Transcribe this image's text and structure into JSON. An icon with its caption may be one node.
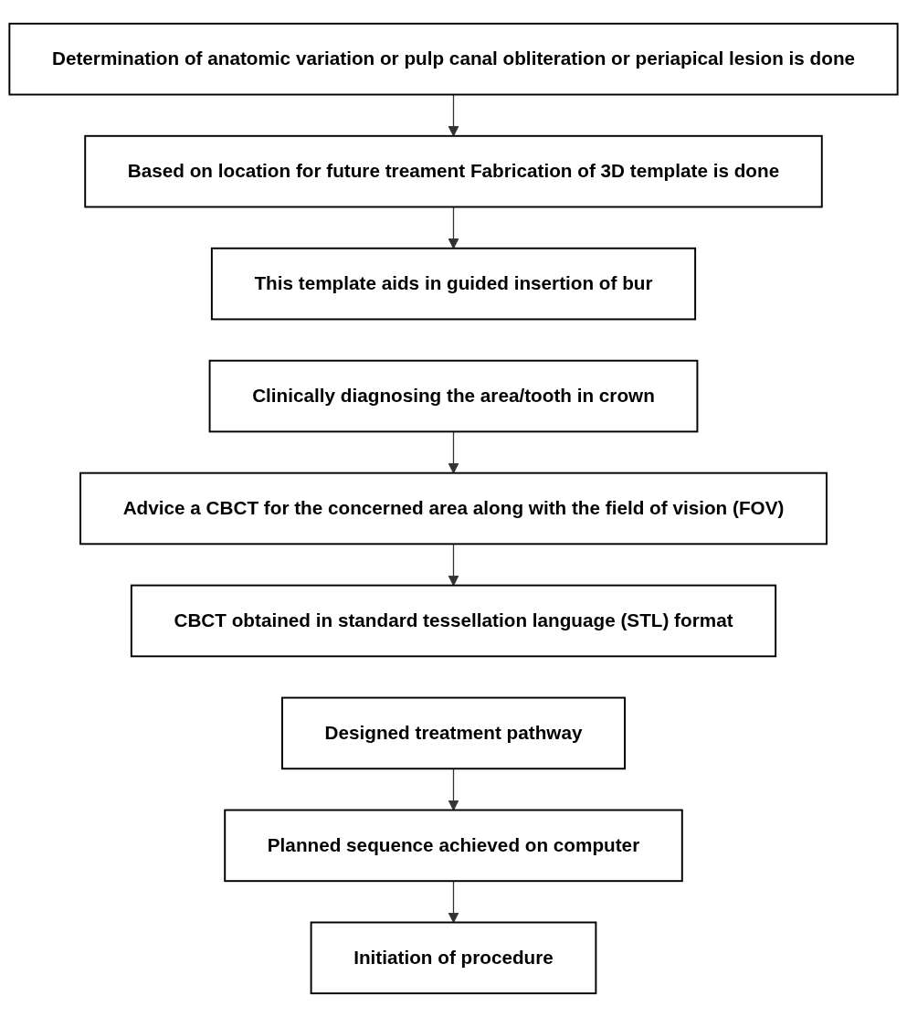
{
  "diagram": {
    "nodes": [
      {
        "text": [
          "Determination of anatomic variation or pulp canal obliteration or periapical lesion is done"
        ]
      },
      {
        "text": [
          "Based on location for future treament Fabrication of 3D template is done"
        ]
      },
      {
        "text": [
          "This template aids in guided insertion of bur"
        ]
      },
      {
        "text": [
          "Clinically diagnosing the area/tooth in crown"
        ]
      },
      {
        "text": [
          "Advice a CBCT for the concerned area along with the field of vision (FOV)"
        ]
      },
      {
        "text": [
          "CBCT obtained in standard tessellation language (STL) format"
        ]
      },
      {
        "text": [
          "Designed treatment pathway"
        ]
      },
      {
        "text": [
          "Planned sequence achieved on computer"
        ]
      },
      {
        "text": [
          "Initiation of procedure"
        ]
      }
    ],
    "edges": [
      {
        "from": 0,
        "to": 1,
        "arrow": "to"
      },
      {
        "from": 1,
        "to": 2,
        "arrow": "to"
      },
      {
        "from": 3,
        "to": 4,
        "arrow": "to"
      },
      {
        "from": 4,
        "to": 5,
        "arrow": "to"
      },
      {
        "from": 6,
        "to": 7,
        "arrow": "to"
      },
      {
        "from": 7,
        "to": 8,
        "arrow": "to"
      }
    ]
  }
}
